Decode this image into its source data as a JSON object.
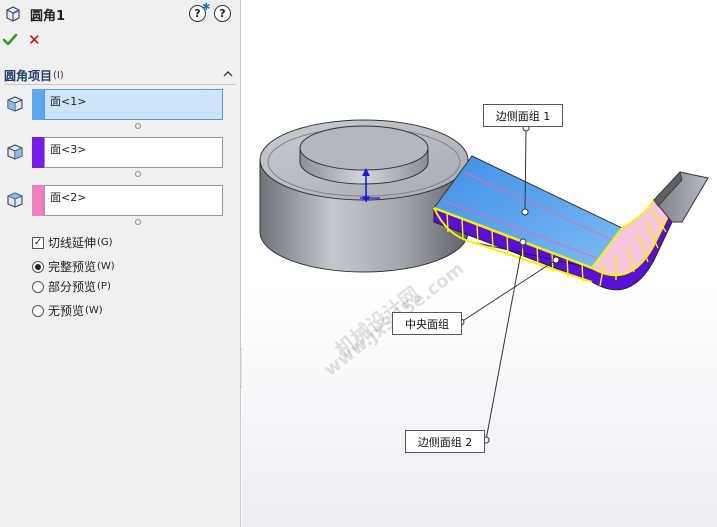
{
  "panel": {
    "title": "圆角1",
    "help_icon_a": "question-star-icon",
    "help_icon_b": "question-icon",
    "ok_icon": "checkmark-icon",
    "cancel_icon": "x-icon",
    "group": {
      "title": "圆角项目",
      "shortcut": "(I)"
    },
    "selections": [
      {
        "label": "面<1>",
        "color": "#5aa8ef",
        "active": true
      },
      {
        "label": "面<3>",
        "color": "#7a1cf0",
        "active": false
      },
      {
        "label": "面<2>",
        "color": "#f27fbd",
        "active": false
      }
    ],
    "tangent_propagation": {
      "label": "切线延伸",
      "shortcut": "(G)",
      "checked": true
    },
    "preview": [
      {
        "label": "完整预览",
        "shortcut": "(W)",
        "selected": true
      },
      {
        "label": "部分预览",
        "shortcut": "(P)",
        "selected": false
      },
      {
        "label": "无预览",
        "shortcut": "(W)",
        "selected": false
      }
    ]
  },
  "viewport": {
    "callouts": {
      "side_group_1": "边侧面组 1",
      "center_group": "中央面组",
      "side_group_2": "边侧面组 2"
    },
    "watermark_1": "机械设计网",
    "watermark_2": "www.jx365e.com"
  },
  "colors": {
    "face1_blue": "#5aa8ef",
    "face3_purple": "#7a1cf0",
    "face2_pink": "#f27fbd",
    "fillet_preview_yellow": "#f5f500"
  }
}
